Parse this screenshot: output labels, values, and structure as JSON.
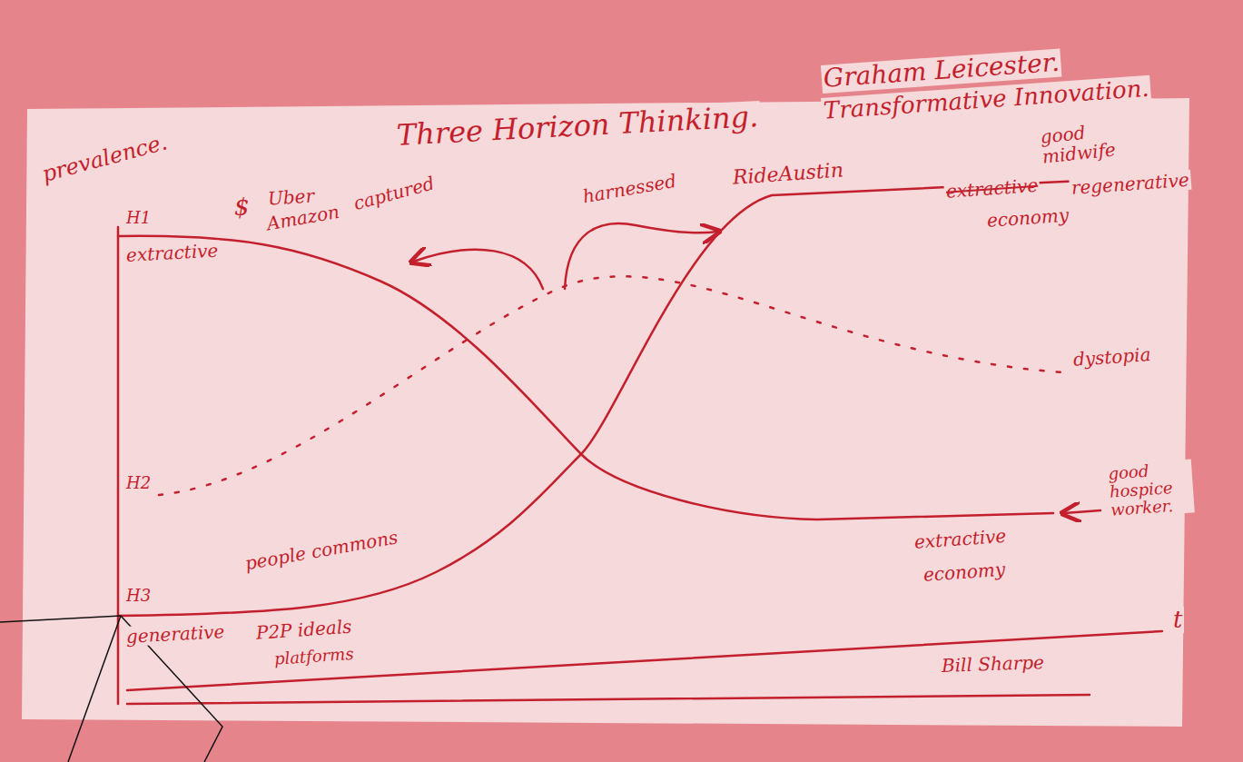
{
  "diagram": {
    "title": "Three Horizon Thinking.",
    "labels": [
      "Graham Leicester.",
      "Transformative Innovation.",
      "prevalence.",
      "H1",
      "extractive",
      "$",
      "Uber",
      "Amazon",
      "captured",
      "harnessed",
      "RideAustin",
      "good midwife",
      "extractive",
      "regenerative",
      "economy",
      "dystopia",
      "H2",
      "H3",
      "generative",
      "people commons",
      "P2P ideals",
      "platforms",
      "extractive",
      "economy",
      "good hospice worker.",
      "t",
      "Bill Sharpe"
    ]
  }
}
